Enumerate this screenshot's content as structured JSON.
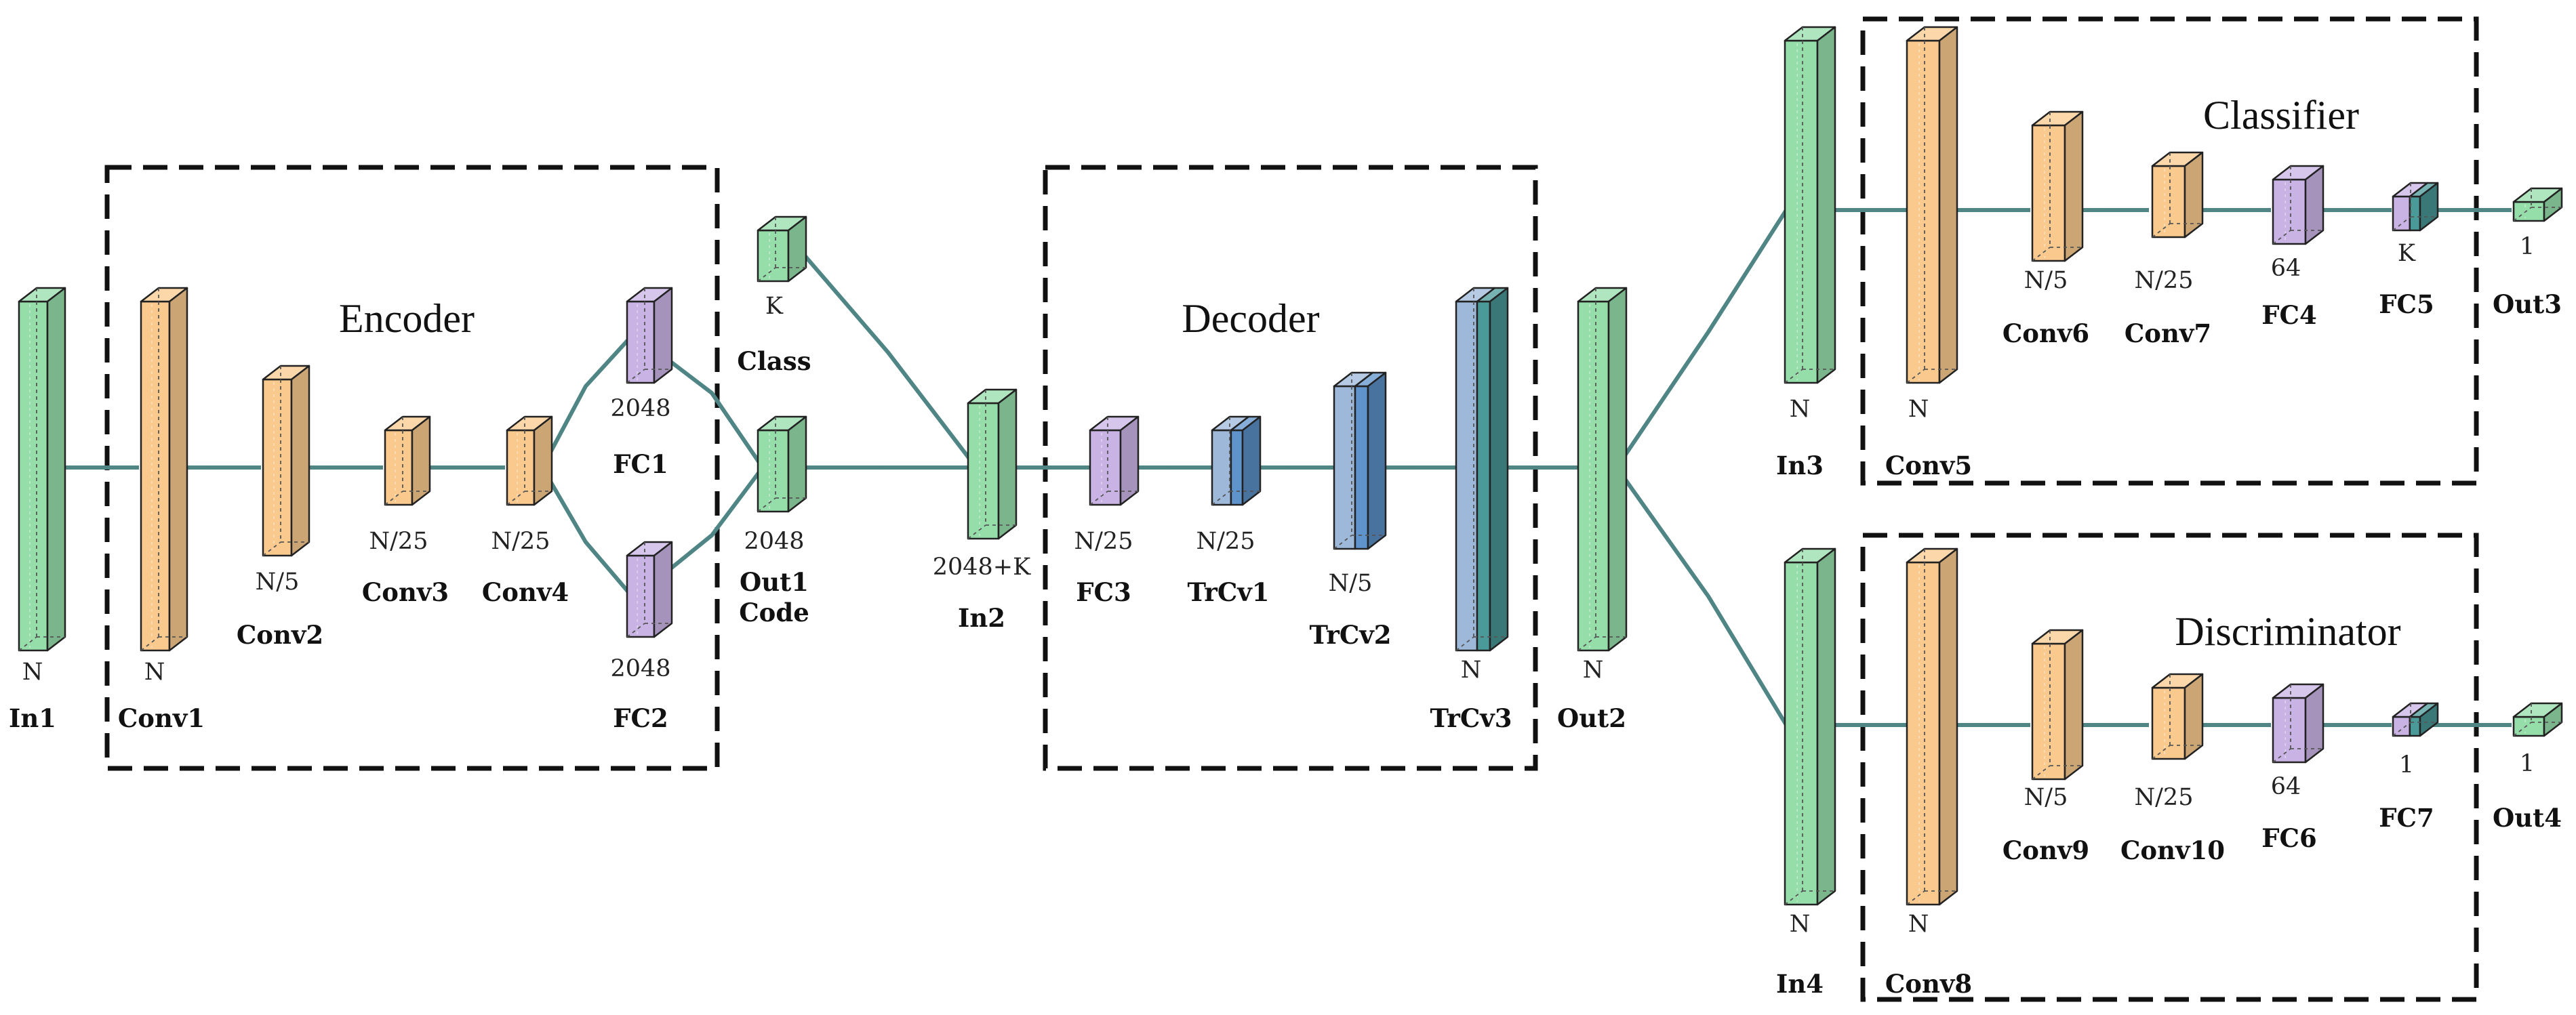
{
  "colors": {
    "green": "#95DDA9",
    "orange": "#F9C98E",
    "purple": "#C9B3E5",
    "lightblue": "#9DB8D9",
    "blue": "#5E93CC",
    "teal": "#4A9A9A",
    "arrow": "#4F8585"
  },
  "groups": {
    "encoder": "Encoder",
    "decoder": "Decoder",
    "classifier": "Classifier",
    "discriminator": "Discriminator"
  },
  "layers": {
    "in1": {
      "name": "In1",
      "size": "N",
      "fill": [
        "green"
      ]
    },
    "conv1": {
      "name": "Conv1",
      "size": "N",
      "fill": [
        "orange"
      ]
    },
    "conv2": {
      "name": "Conv2",
      "size": "N/5",
      "fill": [
        "orange"
      ]
    },
    "conv3": {
      "name": "Conv3",
      "size": "N/25",
      "fill": [
        "orange"
      ]
    },
    "conv4": {
      "name": "Conv4",
      "size": "N/25",
      "fill": [
        "orange"
      ]
    },
    "fc1": {
      "name": "FC1",
      "size": "2048",
      "fill": [
        "purple"
      ]
    },
    "fc2": {
      "name": "FC2",
      "size": "2048",
      "fill": [
        "purple"
      ]
    },
    "class": {
      "name": "Class",
      "size": "K",
      "fill": [
        "green"
      ]
    },
    "out1": {
      "name": "Out1",
      "size": "2048",
      "fill": [
        "green"
      ],
      "subname": "Code"
    },
    "in2": {
      "name": "In2",
      "size": "2048+K",
      "fill": [
        "green"
      ]
    },
    "fc3": {
      "name": "FC3",
      "size": "N/25",
      "fill": [
        "purple"
      ]
    },
    "trcv1": {
      "name": "TrCv1",
      "size": "N/25",
      "fill": [
        "lightblue",
        "blue"
      ]
    },
    "trcv2": {
      "name": "TrCv2",
      "size": "N/5",
      "fill": [
        "lightblue",
        "blue"
      ]
    },
    "trcv3": {
      "name": "TrCv3",
      "size": "N",
      "fill": [
        "lightblue",
        "teal"
      ]
    },
    "out2": {
      "name": "Out2",
      "size": "N",
      "fill": [
        "green"
      ]
    },
    "in3": {
      "name": "In3",
      "size": "N",
      "fill": [
        "green"
      ]
    },
    "conv5": {
      "name": "Conv5",
      "size": "N",
      "fill": [
        "orange"
      ]
    },
    "conv6": {
      "name": "Conv6",
      "size": "N/5",
      "fill": [
        "orange"
      ]
    },
    "conv7": {
      "name": "Conv7",
      "size": "N/25",
      "fill": [
        "orange"
      ]
    },
    "fc4": {
      "name": "FC4",
      "size": "64",
      "fill": [
        "purple"
      ]
    },
    "fc5": {
      "name": "FC5",
      "size": "K",
      "fill": [
        "purple",
        "teal"
      ]
    },
    "out3": {
      "name": "Out3",
      "size": "1",
      "fill": [
        "green"
      ]
    },
    "in4": {
      "name": "In4",
      "size": "N",
      "fill": [
        "green"
      ]
    },
    "conv8": {
      "name": "Conv8",
      "size": "N",
      "fill": [
        "orange"
      ]
    },
    "conv9": {
      "name": "Conv9",
      "size": "N/5",
      "fill": [
        "orange"
      ]
    },
    "conv10": {
      "name": "Conv10",
      "size": "N/25",
      "fill": [
        "orange"
      ]
    },
    "fc6": {
      "name": "FC6",
      "size": "64",
      "fill": [
        "purple"
      ]
    },
    "fc7": {
      "name": "FC7",
      "size": "1",
      "fill": [
        "purple",
        "teal"
      ]
    },
    "out4": {
      "name": "Out4",
      "size": "1",
      "fill": [
        "green"
      ]
    }
  }
}
